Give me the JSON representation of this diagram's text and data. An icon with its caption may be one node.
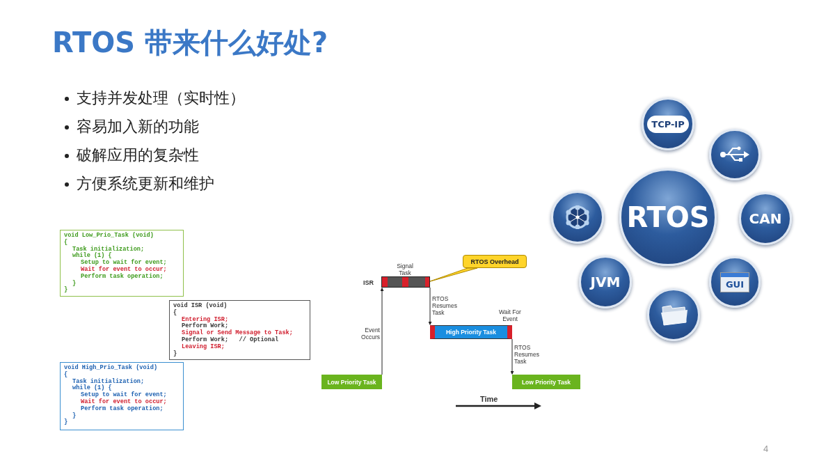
{
  "diagram": {
    "title": "RTOS 带来什么好处?",
    "nodes": [
      {
        "text": [
          "void Low_Prio_Task (void)",
          "{",
          "Task initialization;",
          "while (1) {",
          "Setup to wait for event;",
          "Wait for event to occur;",
          "Perform task operation;",
          "}",
          "}"
        ]
      },
      {
        "text": [
          "void ISR (void)",
          "{",
          "Entering ISR;",
          "Perform Work;",
          "Signal or Send Message to Task;",
          "Perform Work;   // Optional",
          "Leaving ISR;",
          "}"
        ]
      },
      {
        "text": [
          "void High_Prio_Task (void)",
          "{",
          "Task initialization;",
          "while (1) {",
          "Setup to wait for event;",
          "Wait for event to occur;",
          "Perform task operation;",
          "}",
          "}"
        ]
      },
      {
        "text": [
          "Low Priority Task"
        ]
      },
      {
        "text": [],
        "shape": "bar",
        "beside": [
          "ISR",
          "Signal Task"
        ]
      },
      {
        "text": [
          "High Priority Task"
        ],
        "beside": [
          "Wait For Event"
        ]
      },
      {
        "text": [
          "Low Priority Task"
        ]
      },
      {
        "text": [
          "RTOS Overhead"
        ]
      },
      {
        "text": [
          "TCP-IP"
        ]
      },
      {
        "text": [],
        "shape": "circle"
      },
      {
        "text": [],
        "shape": "circle"
      },
      {
        "text": [
          "RTOS"
        ]
      },
      {
        "text": [
          "CAN"
        ]
      },
      {
        "text": [
          "JVM"
        ]
      },
      {
        "text": [
          "GUI"
        ]
      },
      {
        "text": [],
        "shape": "circle"
      }
    ],
    "edges": [
      {
        "from": 3,
        "to": 4,
        "arrow": "to",
        "label": "Event Occurs"
      },
      {
        "from": 4,
        "to": 5,
        "arrow": "to",
        "label": "RTOS Resumes Task"
      },
      {
        "from": 5,
        "to": 6,
        "arrow": "to",
        "label": "RTOS Resumes Task"
      },
      {
        "from": 7,
        "to": 4,
        "arrow": "none"
      }
    ],
    "labels": [
      "支持并发处理（实时性）",
      "容易加入新的功能",
      "破解应用的复杂性",
      "方便系统更新和维护",
      "Time",
      "4"
    ]
  }
}
